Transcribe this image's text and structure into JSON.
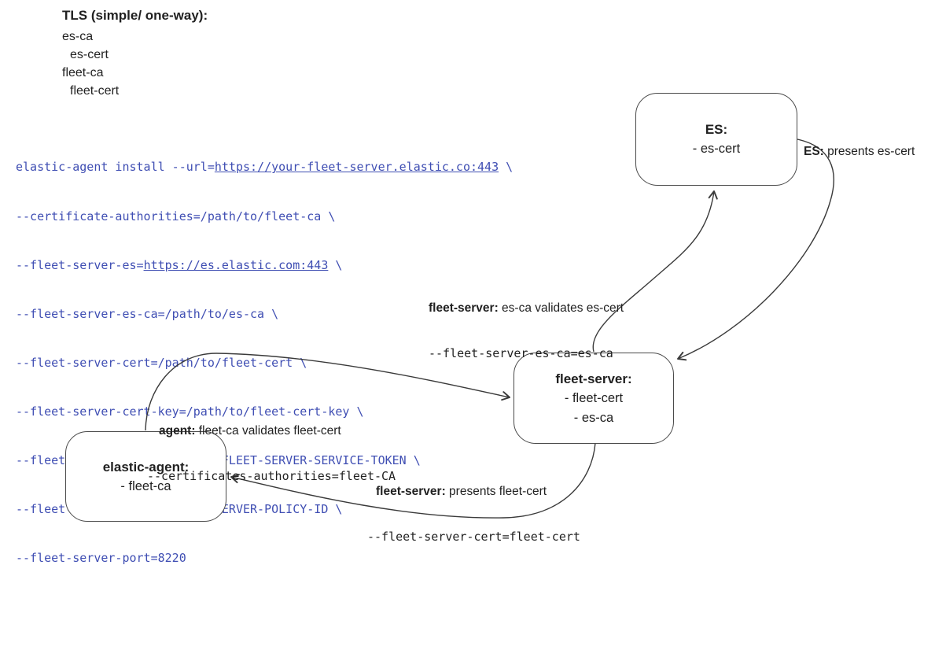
{
  "colors": {
    "code": "#3f4eb3",
    "line": "#3a3a3a",
    "box_border": "#4a4a4a",
    "text": "#212121",
    "background": "#ffffff"
  },
  "legend": {
    "heading": "TLS (simple/ one-way):",
    "items": [
      "es-ca",
      "es-cert",
      "fleet-ca",
      "fleet-cert"
    ]
  },
  "command": {
    "line1_pre": "elastic-agent install --url=",
    "line1_url": "https://your-fleet-server.elastic.co:443",
    "line1_post": " \\",
    "line2": "--certificate-authorities=/path/to/fleet-ca \\",
    "line3_pre": "--fleet-server-es=",
    "line3_url": "https://es.elastic.com:443",
    "line3_post": " \\",
    "line4": "--fleet-server-es-ca=/path/to/es-ca \\",
    "line5": "--fleet-server-cert=/path/to/fleet-cert \\",
    "line6": "--fleet-server-cert-key=/path/to/fleet-cert-key \\",
    "line7": "--fleet-server-service-token=FLEET-SERVER-SERVICE-TOKEN \\",
    "line8": "--fleet-server-policy=FLEET-SERVER-POLICY-ID \\",
    "line9": "--fleet-server-port=8220"
  },
  "nodes": {
    "es": {
      "title": "ES:",
      "item1": "- es-cert"
    },
    "fleet_server": {
      "title": "fleet-server:",
      "item1": "- fleet-cert",
      "item2": "- es-ca"
    },
    "elastic_agent": {
      "title": "elastic-agent:",
      "item1": "- fleet-ca"
    }
  },
  "edge_labels": {
    "es_presents": {
      "bold": "ES:",
      "rest": " presents es-cert"
    },
    "fleet_validates_es": {
      "bold": "fleet-server:",
      "rest": " es-ca validates es-cert",
      "code": "--fleet-server-es-ca=es-ca"
    },
    "agent_validates_fleet": {
      "bold": "agent:",
      "rest": " fleet-ca validates fleet-cert",
      "code": "--certificates-authorities=fleet-CA"
    },
    "fleet_presents_cert": {
      "bold": "fleet-server:",
      "rest": " presents fleet-cert",
      "code": "--fleet-server-cert=fleet-cert"
    }
  }
}
